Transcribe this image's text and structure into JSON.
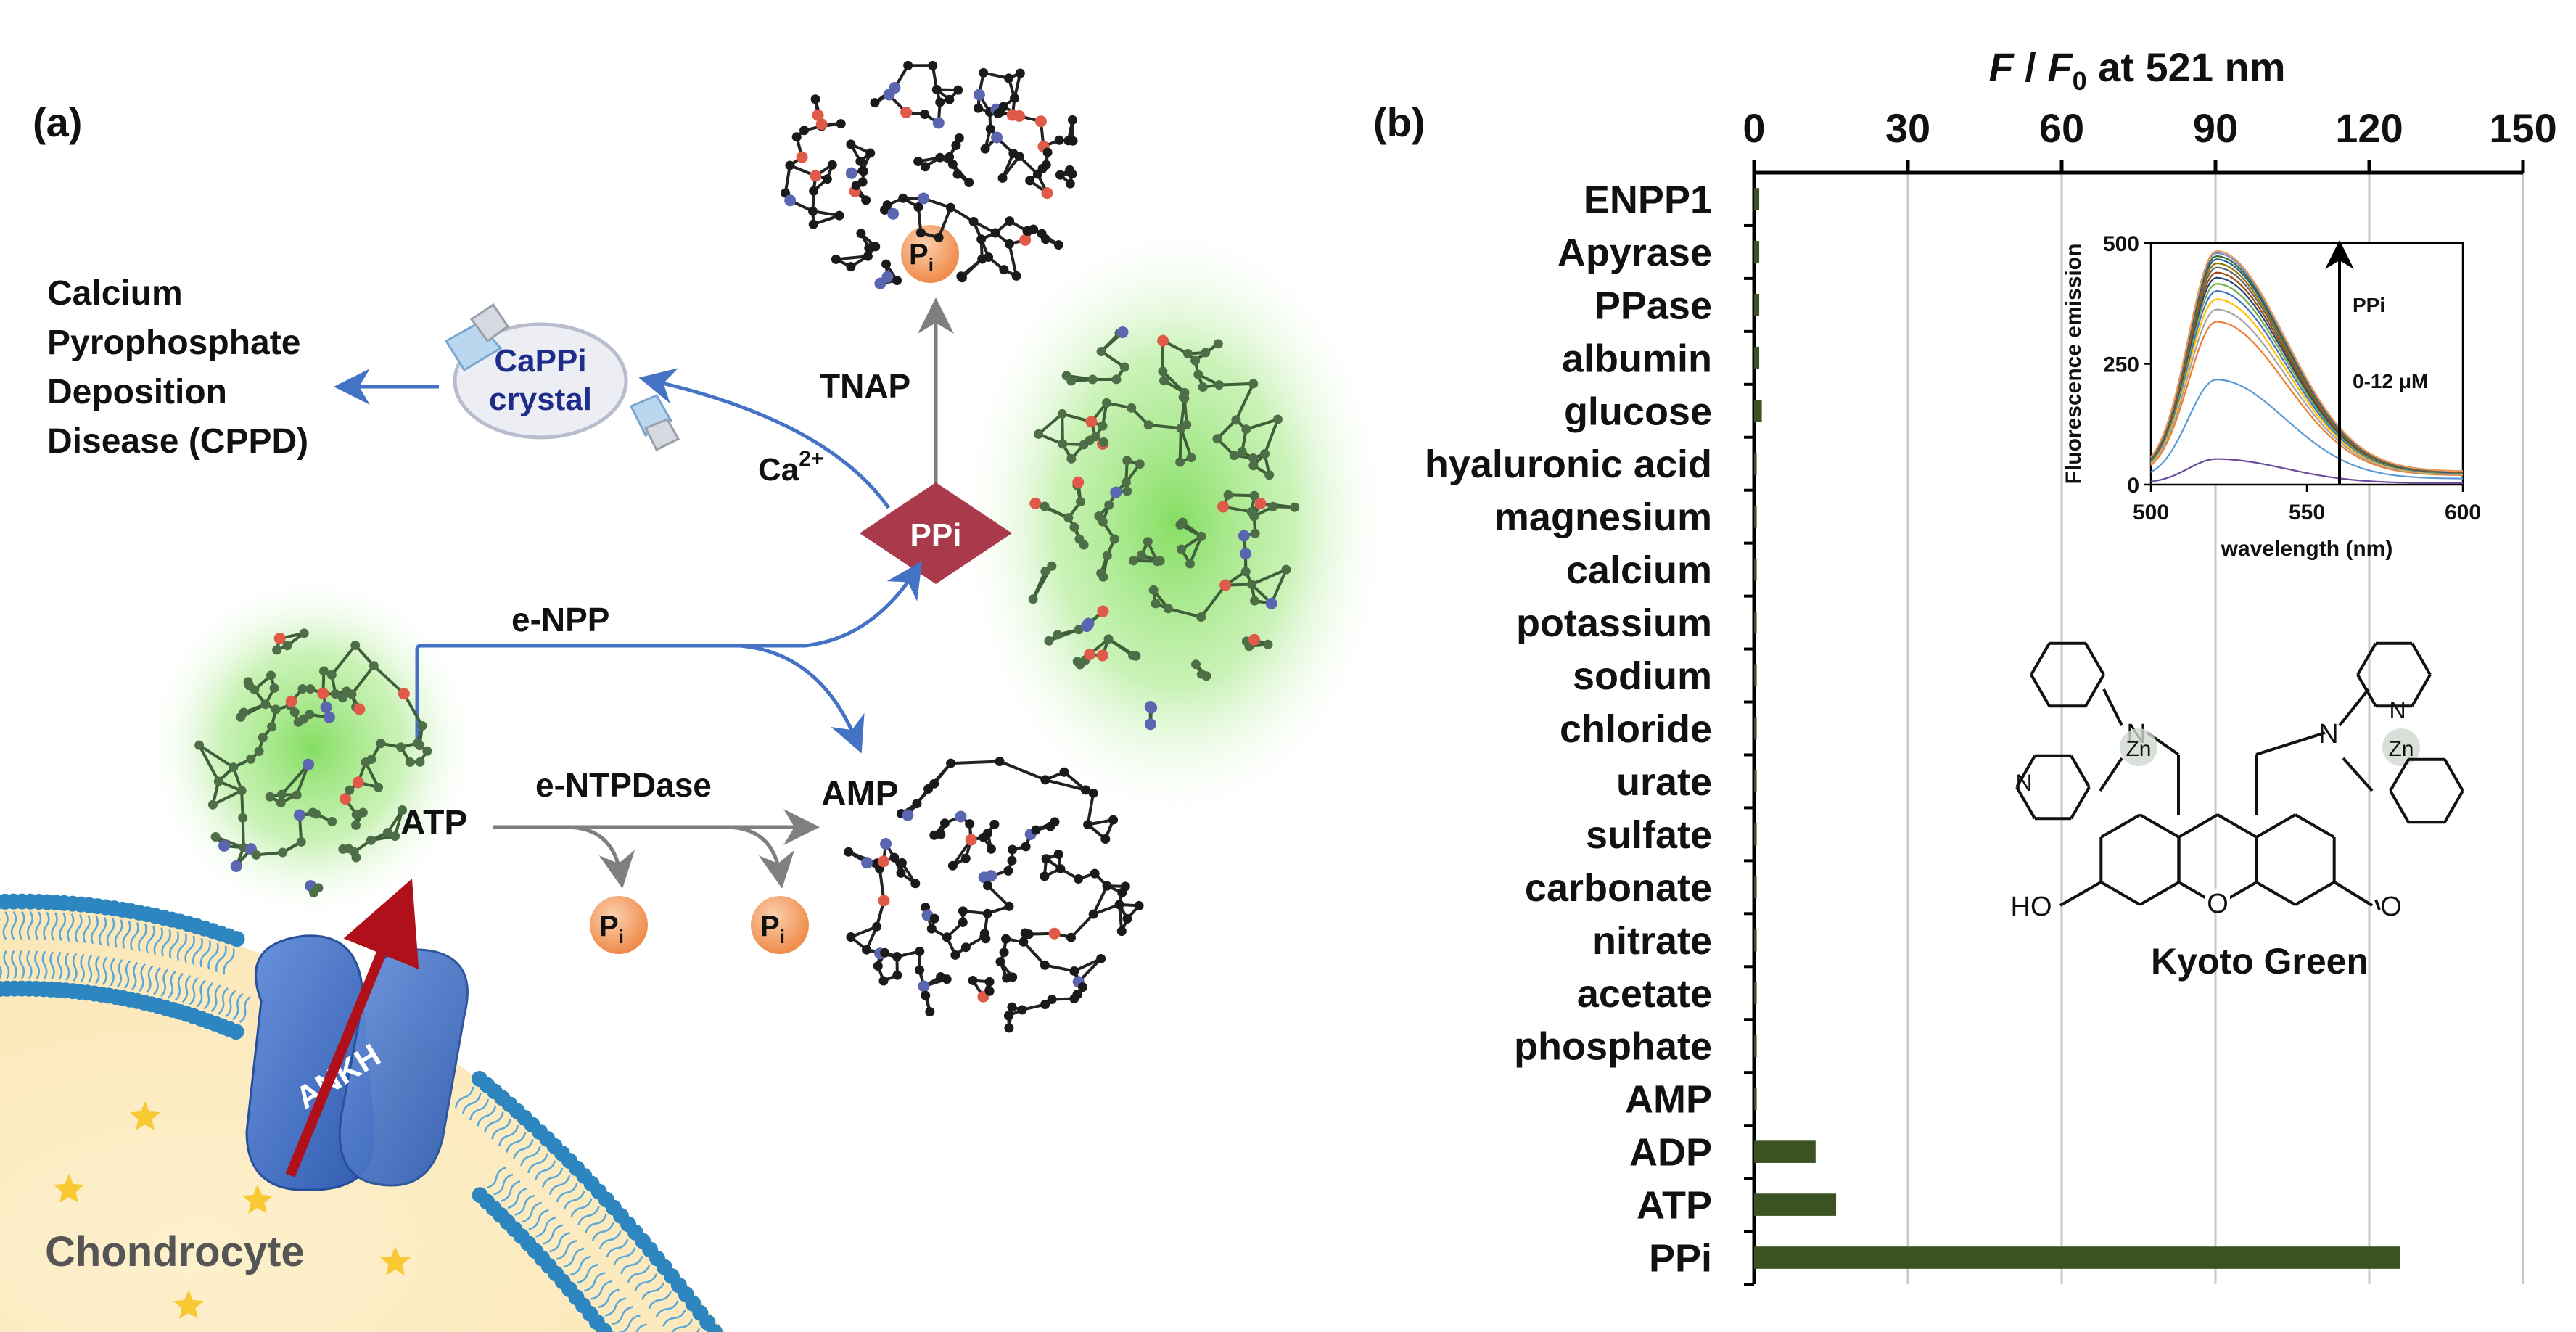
{
  "panel_a": {
    "label": "(a)",
    "disease": [
      "Calcium",
      "Pyrophosphate",
      "Deposition",
      "Disease (CPPD)"
    ],
    "crystal": [
      "CaPPi",
      "crystal"
    ],
    "ca_label": "Ca",
    "ca_sup": "2+",
    "tnap_label": "TNAP",
    "ppi_label": "PPi",
    "enpp_label": "e-NPP",
    "entpdase_label": "e-NTPDase",
    "atp_label": "ATP",
    "amp_label": "AMP",
    "pi_main": "P",
    "pi_sub": "i",
    "ankh_label": "ANKH",
    "cell_label": "Chondrocyte",
    "colors": {
      "arrow_blue": "#4472c4",
      "arrow_gray": "#7f7f7f",
      "ppi_diamond": "#a83a4c",
      "pi_orange": "#f3a36a",
      "glow_green": "#7fdc5a",
      "membrane_blue": "#2e86c1",
      "cell_fill": "#fdeec6",
      "ankh_blue": "#4a78c8",
      "inhibit_red": "#b0101a"
    }
  },
  "panel_b": {
    "label": "(b)",
    "chart_data": {
      "type": "bar",
      "orientation": "horizontal",
      "title_main": "F",
      "title_sep": " / ",
      "title_sub_main": "F",
      "title_sub": "0",
      "title_rest": " at 521 nm",
      "xlim": [
        0,
        150
      ],
      "xticks": [
        0,
        30,
        60,
        90,
        120,
        150
      ],
      "grid": true,
      "bar_color": "#3b5323",
      "categories": [
        "ENPP1",
        "Apyrase",
        "PPase",
        "albumin",
        "glucose",
        "hyaluronic acid",
        "magnesium",
        "calcium",
        "potassium",
        "sodium",
        "chloride",
        "urate",
        "sulfate",
        "carbonate",
        "nitrate",
        "acetate",
        "phosphate",
        "AMP",
        "ADP",
        "ATP",
        "PPi"
      ],
      "values": [
        1,
        1,
        1,
        1,
        1.5,
        0.5,
        0.5,
        0.5,
        0.5,
        0.5,
        0.5,
        0.5,
        0.5,
        0.5,
        0.5,
        0.5,
        0.5,
        0.5,
        12,
        16,
        126
      ]
    },
    "inset": {
      "type": "line",
      "ylabel": "Fluorescence emission",
      "xlabel": "wavelength (nm)",
      "xlim": [
        500,
        600
      ],
      "ylim": [
        0,
        500
      ],
      "xticks": [
        500,
        550,
        600
      ],
      "yticks": [
        0,
        250,
        500
      ],
      "arrow_label_1": "PPi",
      "arrow_label_2": "0-12 μM",
      "peak_nm": 521,
      "peak_intensities": [
        50,
        205,
        318,
        342,
        362,
        378,
        392,
        404,
        414,
        424,
        432,
        440,
        446,
        452,
        456
      ]
    },
    "molecule": {
      "name": "Kyoto Green",
      "metal": "Zn",
      "nitrogen": "N",
      "ho": "HO",
      "o": "O"
    }
  }
}
